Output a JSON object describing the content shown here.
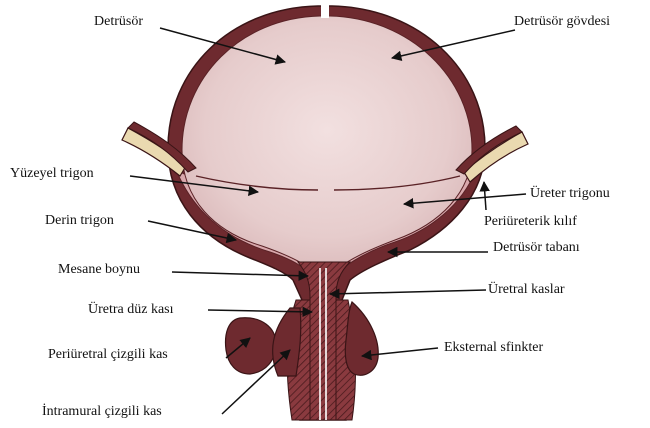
{
  "labels": {
    "detrusor": "Detrüsör",
    "detrusor_body": "Detrüsör gövdesi",
    "superficial_trigone": "Yüzeyel trigon",
    "ureteral_trigone": "Üreter trigonu",
    "periureteric_sheath": "Periüreterik kılıf",
    "deep_trigone": "Derin trigon",
    "detrusor_base": "Detrüsör tabanı",
    "bladder_neck": "Mesane boynu",
    "urethral_muscles": "Üretral kaslar",
    "urethral_smooth_muscle": "Üretra düz kası",
    "external_sphincter": "Eksternal sfinkter",
    "periurethral_striated_muscle": "Periüretral çizgili kas",
    "intramural_striated_muscle": "İntramural çizgili kas"
  },
  "colors": {
    "wall": "#6e2a2f",
    "wall_outline": "#3a1416",
    "lumen": "#e8cfcf",
    "lumen_center": "#f0dcdc",
    "trigone_pink": "#d9a8ac",
    "sheath": "#ead9b0",
    "arrow": "#111111"
  }
}
